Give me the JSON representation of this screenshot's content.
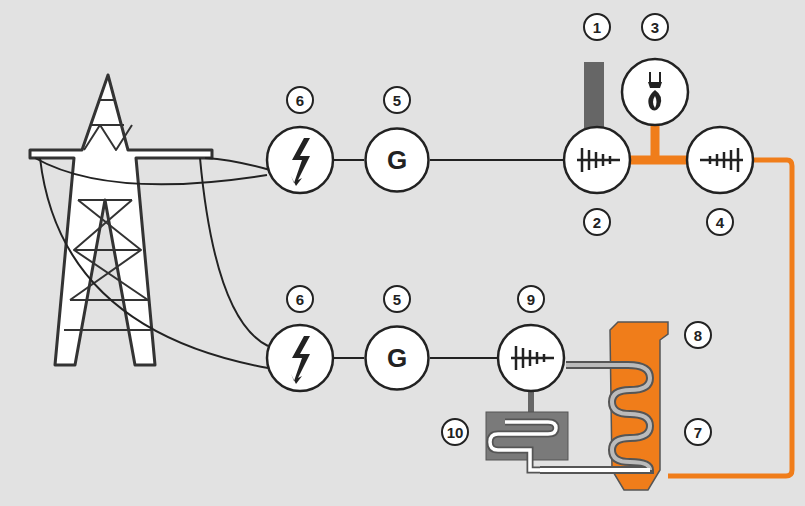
{
  "diagram": {
    "nodes": [
      {
        "text": [
          "G"
        ]
      },
      {
        "text": [
          "G"
        ]
      }
    ],
    "labels": [
      "1",
      "3",
      "2",
      "4",
      "6",
      "5",
      "6",
      "5",
      "9",
      "8",
      "7",
      "10"
    ]
  }
}
